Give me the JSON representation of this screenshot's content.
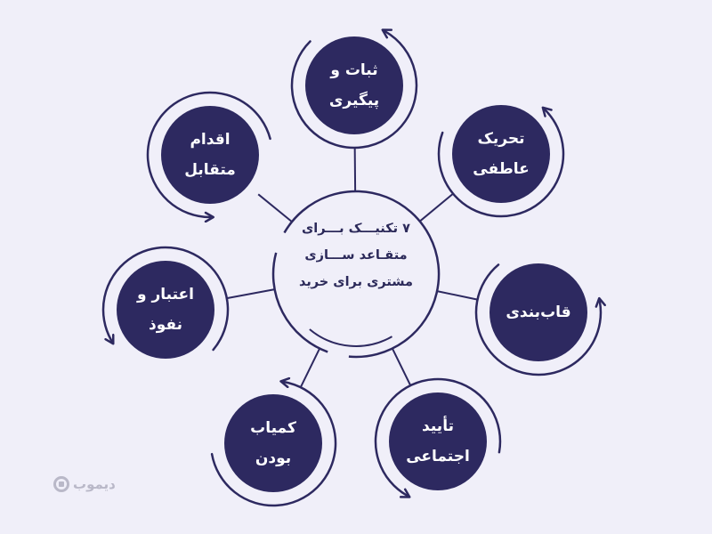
{
  "center": {
    "line1": "۷ تکنیـــک بـــرای",
    "line2": "متقـاعد ســـازی",
    "line3": "مشتری برای خرید"
  },
  "nodes": [
    {
      "id": "persistence",
      "line1": "ثبات و",
      "line2": "پیگیری"
    },
    {
      "id": "emotional",
      "line1": "تحریک",
      "line2": "عاطفی"
    },
    {
      "id": "framing",
      "line1": "قاب‌بندی",
      "line2": ""
    },
    {
      "id": "social",
      "line1": "تأیید",
      "line2": "اجتماعی"
    },
    {
      "id": "scarcity",
      "line1": "کمیاب",
      "line2": "بودن"
    },
    {
      "id": "authority",
      "line1": "اعتبار و",
      "line2": "نفوذ"
    },
    {
      "id": "reciprocity",
      "line1": "اقدام",
      "line2": "متقابل"
    }
  ],
  "brand": {
    "name": "دیموب"
  },
  "colors": {
    "background": "#f0eff9",
    "node_fill": "#2d2960",
    "ring": "#2d2960",
    "connector": "#2d2960",
    "center_text": "#2c2a5a"
  }
}
